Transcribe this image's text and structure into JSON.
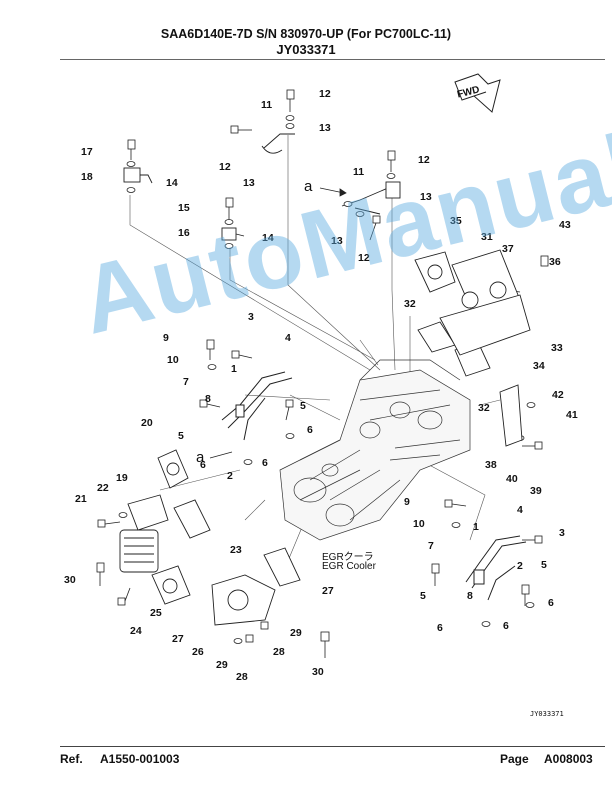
{
  "header": {
    "title_line1": "SAA6D140E-7D S/N 830970-UP (For PC700LC-11)",
    "title_line2": "JY033371"
  },
  "diagram": {
    "fwd_label": "FWD",
    "egr_caption_jp": "EGRクーラ",
    "egr_caption_en": "EGR Cooler",
    "drawing_id": "JY033371",
    "watermark": "AutoManual",
    "callouts": [
      "12",
      "11",
      "13",
      "12",
      "13",
      "17",
      "18",
      "14",
      "15",
      "16",
      "14",
      "11",
      "12",
      "13",
      "13",
      "12",
      "35",
      "31",
      "37",
      "36",
      "43",
      "32",
      "33",
      "34",
      "9",
      "3",
      "4",
      "10",
      "1",
      "7",
      "8",
      "5",
      "20",
      "5",
      "6",
      "6",
      "2",
      "6",
      "32",
      "42",
      "41",
      "38",
      "40",
      "39",
      "21",
      "22",
      "19",
      "23",
      "9",
      "10",
      "1",
      "4",
      "3",
      "7",
      "2",
      "8",
      "5",
      "6",
      "30",
      "25",
      "24",
      "27",
      "26",
      "29",
      "28",
      "28",
      "29",
      "27",
      "30",
      "5",
      "6",
      "6"
    ]
  },
  "footer": {
    "ref_label": "Ref.",
    "ref_value": "A1550-001003",
    "page_label": "Page",
    "page_value": "A008003"
  }
}
